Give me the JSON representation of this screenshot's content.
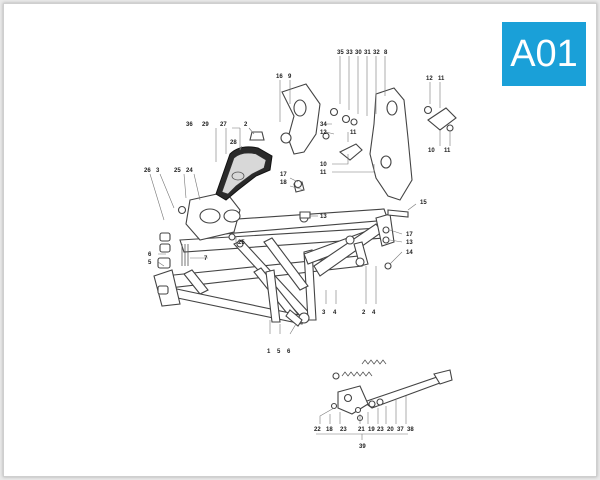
{
  "diagram": {
    "badge_text": "A01",
    "accent_color": "#1aa0d8",
    "callouts": [
      {
        "id": "c35",
        "text": "35"
      },
      {
        "id": "c33",
        "text": "33"
      },
      {
        "id": "c30",
        "text": "30"
      },
      {
        "id": "c31",
        "text": "31"
      },
      {
        "id": "c32",
        "text": "32"
      },
      {
        "id": "c8",
        "text": "8"
      },
      {
        "id": "c16",
        "text": "16"
      },
      {
        "id": "c9",
        "text": "9"
      },
      {
        "id": "c12a",
        "text": "12"
      },
      {
        "id": "c11a",
        "text": "11"
      },
      {
        "id": "c34",
        "text": "34"
      },
      {
        "id": "c12b",
        "text": "12"
      },
      {
        "id": "c11b",
        "text": "11"
      },
      {
        "id": "c10a",
        "text": "10"
      },
      {
        "id": "c11c",
        "text": "11"
      },
      {
        "id": "c10b",
        "text": "10"
      },
      {
        "id": "c11d",
        "text": "11"
      },
      {
        "id": "c36",
        "text": "36"
      },
      {
        "id": "c29",
        "text": "29"
      },
      {
        "id": "c27",
        "text": "27"
      },
      {
        "id": "c28",
        "text": "28"
      },
      {
        "id": "c2a",
        "text": "2"
      },
      {
        "id": "c26",
        "text": "26"
      },
      {
        "id": "c3a",
        "text": "3"
      },
      {
        "id": "c25a",
        "text": "25"
      },
      {
        "id": "c24",
        "text": "24"
      },
      {
        "id": "c17a",
        "text": "17"
      },
      {
        "id": "c18a",
        "text": "18"
      },
      {
        "id": "c13a",
        "text": "13"
      },
      {
        "id": "c15",
        "text": "15"
      },
      {
        "id": "c17b",
        "text": "17"
      },
      {
        "id": "c13b",
        "text": "13"
      },
      {
        "id": "c14",
        "text": "14"
      },
      {
        "id": "c25b",
        "text": "25"
      },
      {
        "id": "c7",
        "text": "7"
      },
      {
        "id": "c6a",
        "text": "6"
      },
      {
        "id": "c5a",
        "text": "5"
      },
      {
        "id": "c3b",
        "text": "3"
      },
      {
        "id": "c4a",
        "text": "4"
      },
      {
        "id": "c2b",
        "text": "2"
      },
      {
        "id": "c4b",
        "text": "4"
      },
      {
        "id": "c1",
        "text": "1"
      },
      {
        "id": "c5b",
        "text": "5"
      },
      {
        "id": "c6b",
        "text": "6"
      },
      {
        "id": "c22",
        "text": "22"
      },
      {
        "id": "c18b",
        "text": "18"
      },
      {
        "id": "c23a",
        "text": "23"
      },
      {
        "id": "c21",
        "text": "21"
      },
      {
        "id": "c19",
        "text": "19"
      },
      {
        "id": "c23b",
        "text": "23"
      },
      {
        "id": "c20",
        "text": "20"
      },
      {
        "id": "c37",
        "text": "37"
      },
      {
        "id": "c38",
        "text": "38"
      },
      {
        "id": "c39",
        "text": "39"
      }
    ]
  }
}
